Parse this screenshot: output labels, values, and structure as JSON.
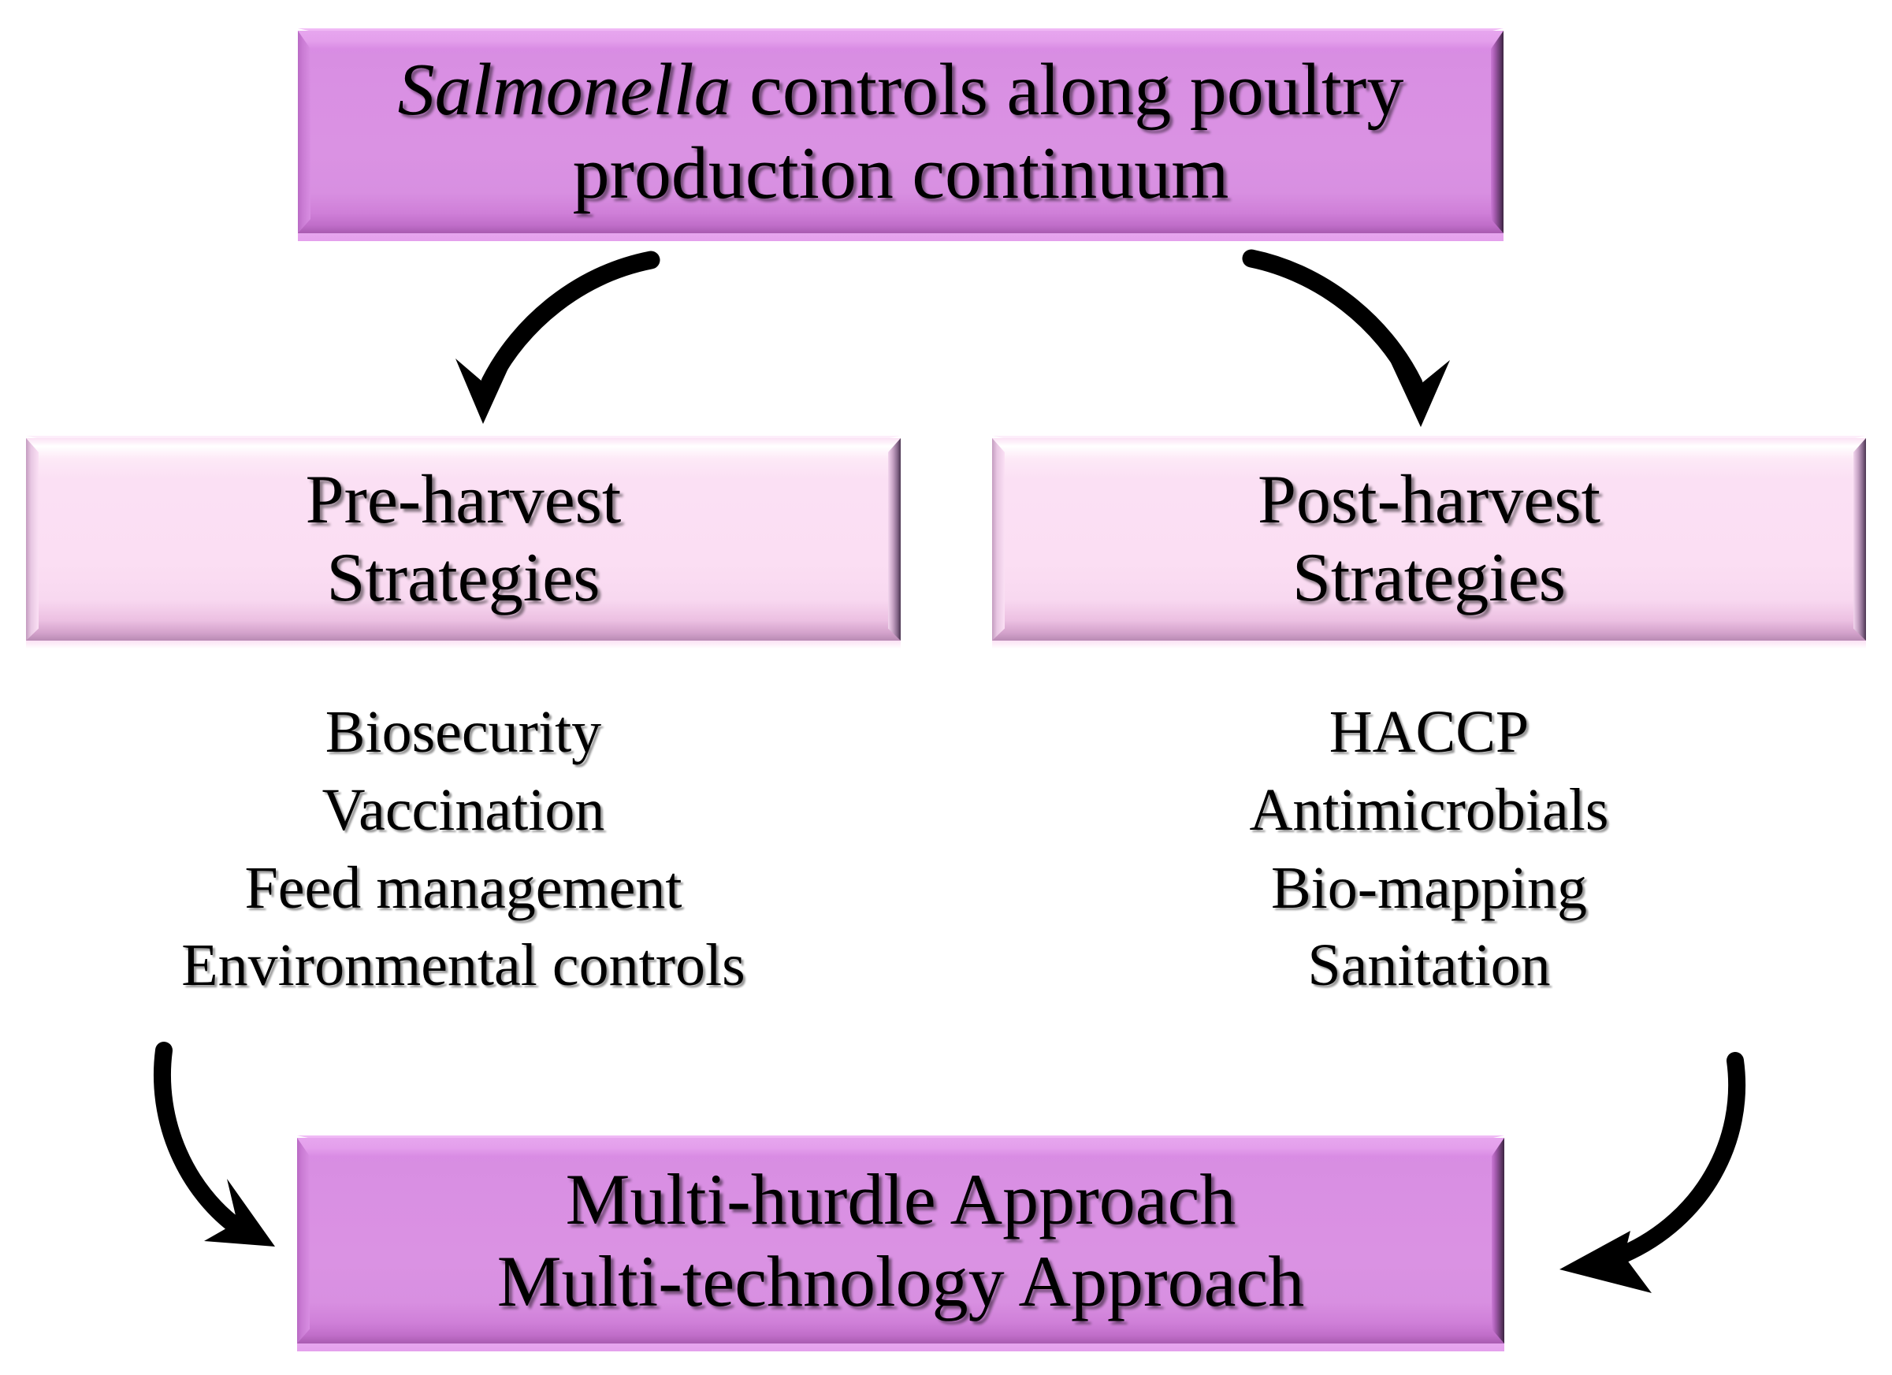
{
  "diagram": {
    "title_box": {
      "lines": [
        "Salmonella controls along poultry",
        "production continuum"
      ],
      "italic_word": "Salmonella",
      "fill": "#d98ce4"
    },
    "left_box": {
      "lines": [
        "Pre-harvest",
        "Strategies"
      ],
      "fill": "#fbdef3"
    },
    "right_box": {
      "lines": [
        "Post-harvest",
        "Strategies"
      ],
      "fill": "#fbdef3"
    },
    "left_list": {
      "items": [
        "Biosecurity",
        "Vaccination",
        "Feed management",
        "Environmental  controls"
      ]
    },
    "right_list": {
      "items": [
        "HACCP",
        "Antimicrobials",
        "Bio-mapping",
        "Sanitation"
      ]
    },
    "bottom_box": {
      "lines": [
        "Multi-hurdle Approach",
        "Multi-technology Approach"
      ],
      "fill": "#d98ce4"
    },
    "arrows": {
      "top_left": "arrow-title-to-preharvest",
      "top_right": "arrow-title-to-postharvest",
      "bottom_left": "arrow-preharvest-to-approach",
      "bottom_right": "arrow-postharvest-to-approach",
      "color": "#000000"
    }
  }
}
